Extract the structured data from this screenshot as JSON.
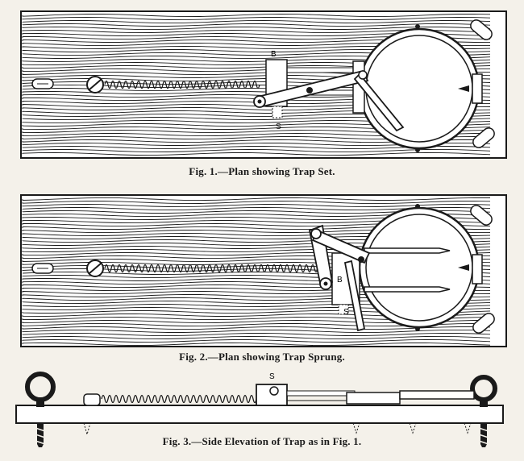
{
  "figures": [
    {
      "caption": "Fig. 1.—Plan showing Trap Set.",
      "labels": {
        "b": "B",
        "s": "S"
      }
    },
    {
      "caption": "Fig. 2.—Plan showing Trap Sprung.",
      "labels": {
        "b": "B",
        "s": "S"
      }
    },
    {
      "caption": "Fig. 3.—Side Elevation of Trap as in Fig. 1.",
      "labels": {
        "s": "S"
      }
    }
  ],
  "colors": {
    "ink": "#1a1a1a",
    "paper": "#f4f1ea",
    "wood": "#ffffff"
  }
}
